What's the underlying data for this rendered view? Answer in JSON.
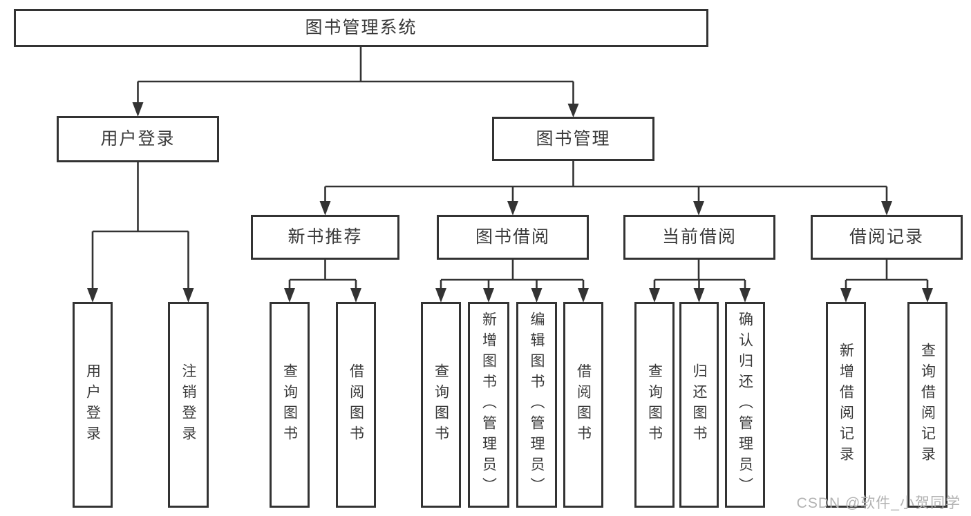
{
  "diagram_title": "图书管理系统",
  "tree": {
    "label": "图书管理系统",
    "children": [
      {
        "label": "用户登录",
        "children": [
          {
            "label": "用户登录"
          },
          {
            "label": "注销登录"
          }
        ]
      },
      {
        "label": "图书管理",
        "children": [
          {
            "label": "新书推荐",
            "children": [
              {
                "label": "查询图书"
              },
              {
                "label": "借阅图书"
              }
            ]
          },
          {
            "label": "图书借阅",
            "children": [
              {
                "label": "查询图书"
              },
              {
                "label": "新增图书（管理员）"
              },
              {
                "label": "编辑图书（管理员）"
              },
              {
                "label": "借阅图书"
              }
            ]
          },
          {
            "label": "当前借阅",
            "children": [
              {
                "label": "查询图书"
              },
              {
                "label": "归还图书"
              },
              {
                "label": "确认归还（管理员）"
              }
            ]
          },
          {
            "label": "借阅记录",
            "children": [
              {
                "label": "新增借阅记录"
              },
              {
                "label": "查询借阅记录"
              }
            ]
          }
        ]
      }
    ]
  },
  "watermark": {
    "text": "CSDN @软件_小贺同学"
  },
  "colors": {
    "line": "#333333",
    "box_fill": "#ffffff",
    "text": "#3a3a3a",
    "watermark": "#b2b2b2"
  }
}
